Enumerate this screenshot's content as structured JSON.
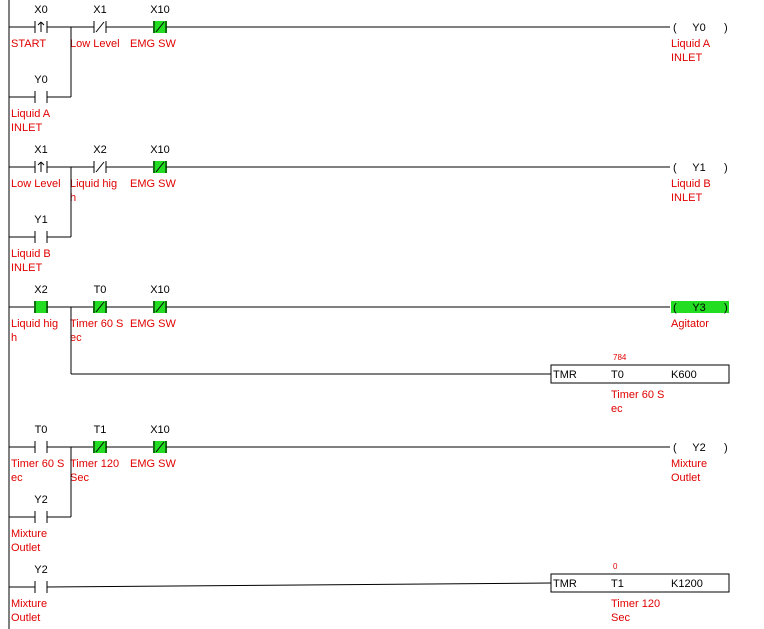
{
  "rungs": [
    {
      "contacts": [
        {
          "address": "X0",
          "type": "rising-edge",
          "active": false,
          "comment": [
            "START"
          ]
        },
        {
          "address": "X1",
          "type": "NC",
          "active": false,
          "comment": [
            "Low Level"
          ]
        },
        {
          "address": "X10",
          "type": "NC",
          "active": true,
          "comment": [
            "EMG SW"
          ]
        }
      ],
      "branch": [
        {
          "address": "Y0",
          "type": "NO",
          "active": false,
          "comment": [
            "Liquid A",
            "INLET"
          ]
        }
      ],
      "outputs": [
        {
          "kind": "coil",
          "open": "(",
          "address": "Y0",
          "close": ")",
          "active": false,
          "comment": [
            "Liquid A",
            "INLET"
          ]
        }
      ]
    },
    {
      "contacts": [
        {
          "address": "X1",
          "type": "rising-edge",
          "active": false,
          "comment": [
            "Low Level"
          ]
        },
        {
          "address": "X2",
          "type": "NC",
          "active": false,
          "comment": [
            "Liquid hig",
            "h"
          ]
        },
        {
          "address": "X10",
          "type": "NC",
          "active": true,
          "comment": [
            "EMG SW"
          ]
        }
      ],
      "branch": [
        {
          "address": "Y1",
          "type": "NO",
          "active": false,
          "comment": [
            "Liquid B",
            "INLET"
          ]
        }
      ],
      "outputs": [
        {
          "kind": "coil",
          "open": "(",
          "address": "Y1",
          "close": ")",
          "active": false,
          "comment": [
            "Liquid B",
            "INLET"
          ]
        }
      ]
    },
    {
      "contacts": [
        {
          "address": "X2",
          "type": "NO",
          "active": true,
          "comment": [
            "Liquid hig",
            "h"
          ]
        },
        {
          "address": "T0",
          "type": "NC",
          "active": true,
          "comment": [
            "Timer 60 S",
            "ec"
          ]
        },
        {
          "address": "X10",
          "type": "NC",
          "active": true,
          "comment": [
            "EMG SW"
          ]
        }
      ],
      "branch": [],
      "outputs": [
        {
          "kind": "coil",
          "open": "(",
          "address": "Y3",
          "close": ")",
          "active": true,
          "comment": [
            "Agitator"
          ]
        },
        {
          "kind": "timer",
          "instr": "TMR",
          "address": "T0",
          "preset": "K600",
          "current": "784",
          "comment": [
            "Timer 60 S",
            "ec"
          ]
        }
      ]
    },
    {
      "contacts": [
        {
          "address": "T0",
          "type": "NO",
          "active": false,
          "comment": [
            "Timer 60 S",
            "ec"
          ]
        },
        {
          "address": "T1",
          "type": "NC",
          "active": true,
          "comment": [
            "Timer 120",
            "Sec"
          ]
        },
        {
          "address": "X10",
          "type": "NC",
          "active": true,
          "comment": [
            "EMG SW"
          ]
        }
      ],
      "branch": [
        {
          "address": "Y2",
          "type": "NO",
          "active": false,
          "comment": [
            "Mixture",
            "Outlet"
          ]
        }
      ],
      "outputs": [
        {
          "kind": "coil",
          "open": "(",
          "address": "Y2",
          "close": ")",
          "active": false,
          "comment": [
            "Mixture",
            "Outlet"
          ]
        }
      ]
    },
    {
      "contacts": [
        {
          "address": "Y2",
          "type": "NO",
          "active": false,
          "comment": [
            "Mixture",
            "Outlet"
          ]
        }
      ],
      "branch": [],
      "outputs": [
        {
          "kind": "timer",
          "instr": "TMR",
          "address": "T1",
          "preset": "K1200",
          "current": "0",
          "comment": [
            "Timer 120",
            "Sec"
          ]
        }
      ]
    }
  ],
  "colors": {
    "wire": "#000000",
    "comment": "#e00000",
    "active_fill": "#22dd22"
  }
}
